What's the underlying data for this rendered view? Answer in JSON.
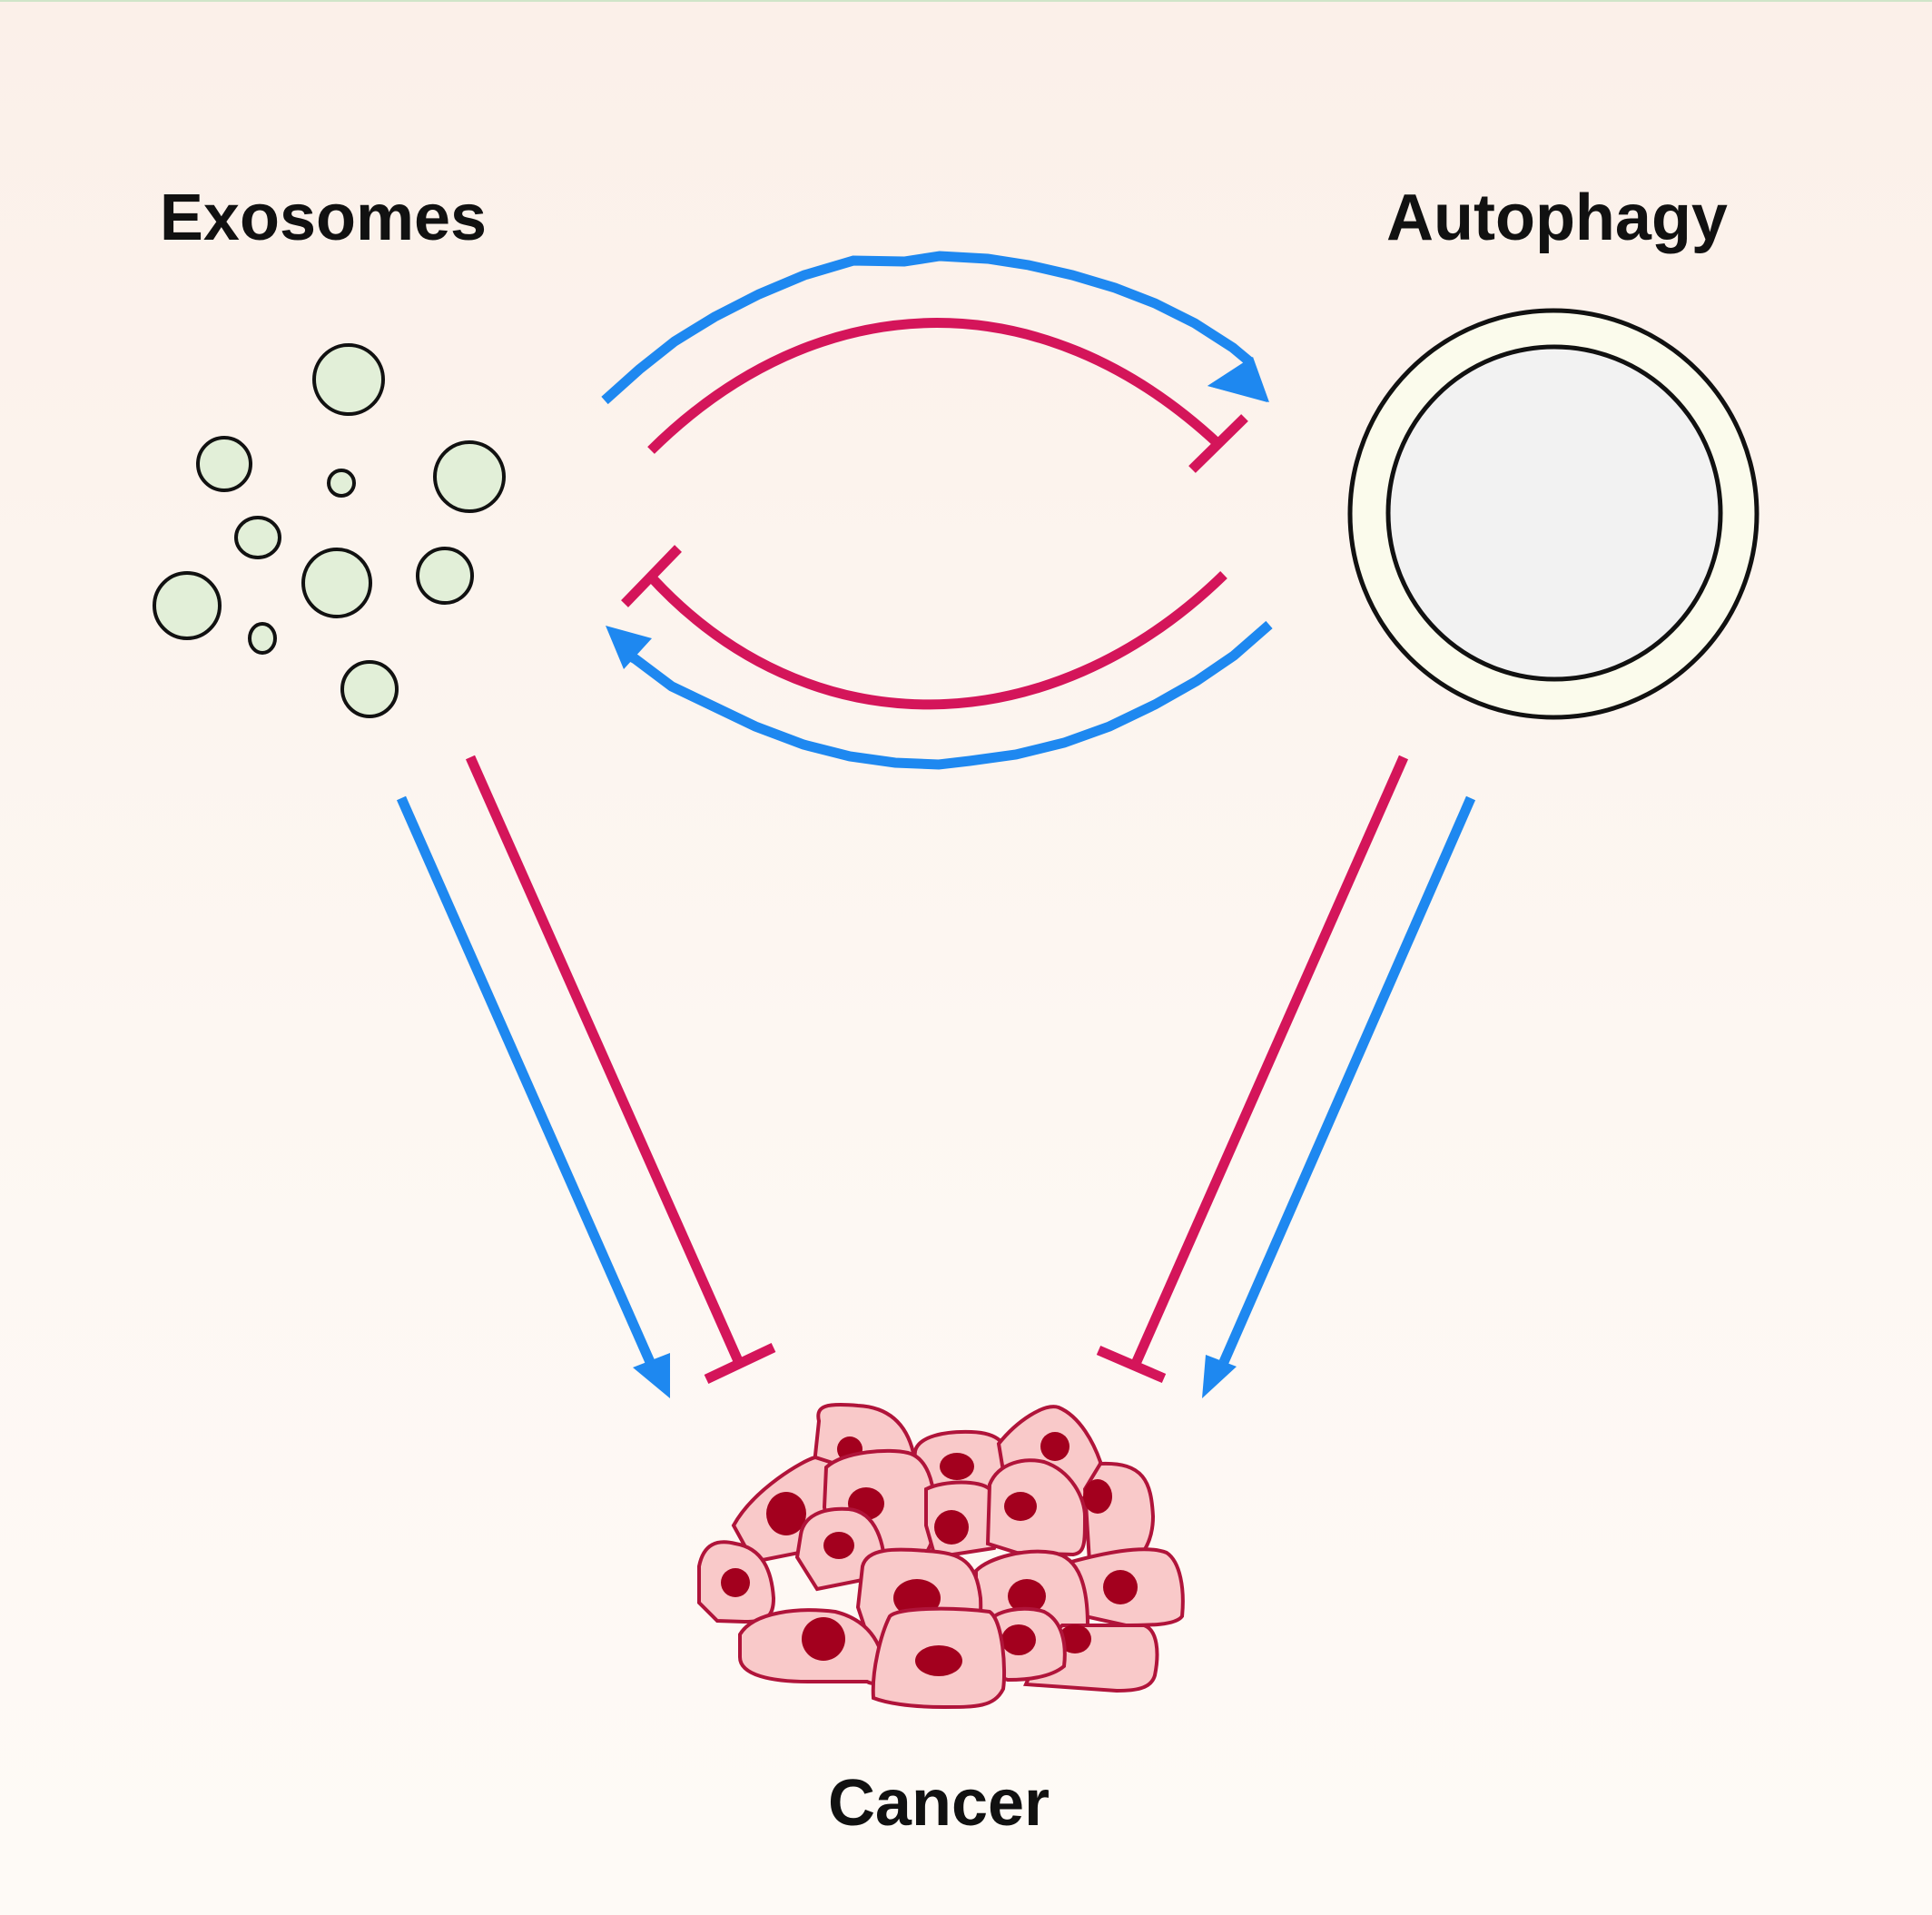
{
  "labels": {
    "exosomes": "Exosomes",
    "autophagy": "Autophagy",
    "cancer": "Cancer"
  },
  "colors": {
    "promote": "#1e88f0",
    "inhibit": "#d4155a",
    "vesicle_fill": "#e2efd8",
    "autophagosome_outer": "#fbfbec",
    "autophagosome_inner": "#f2f2f2",
    "cell_fill": "#f9c9c9",
    "cell_stroke": "#b0143a",
    "nucleus": "#a3001e"
  }
}
